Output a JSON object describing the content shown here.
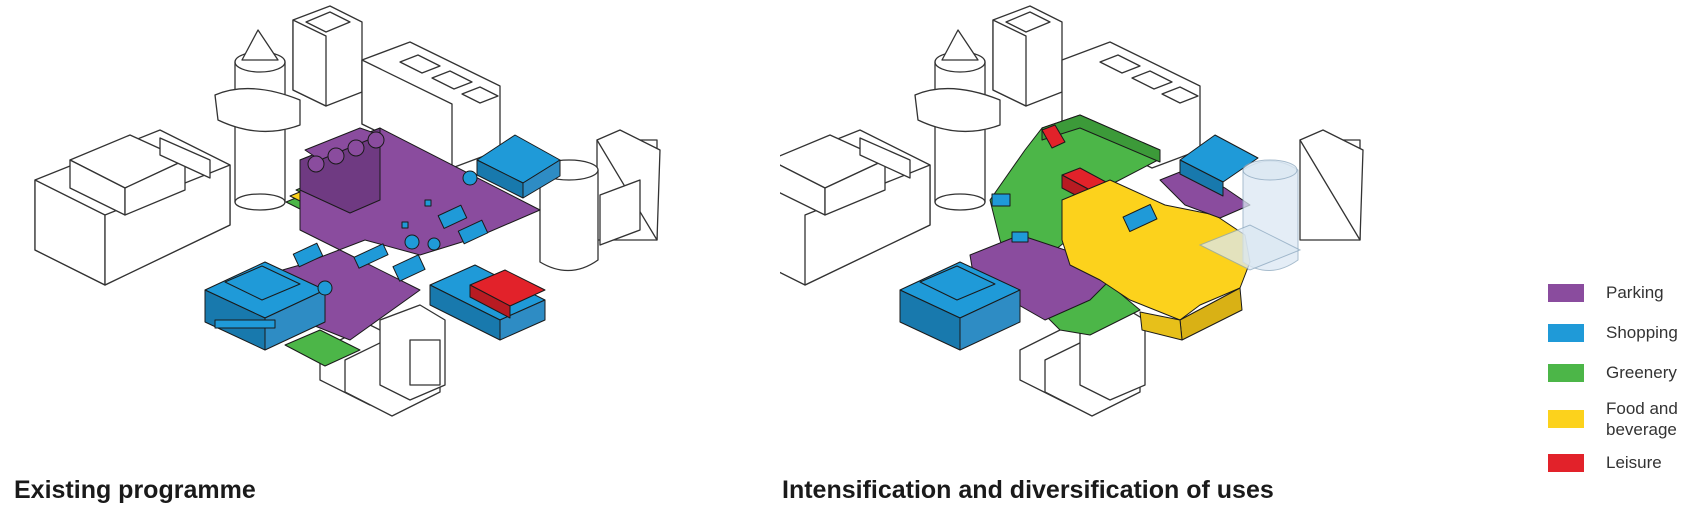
{
  "captions": {
    "left": "Existing programme",
    "right": "Intensification and diversification of uses"
  },
  "legend": [
    {
      "label": "Parking",
      "color": "#8a4c9e"
    },
    {
      "label": "Shopping",
      "color": "#1f9ad8"
    },
    {
      "label": "Greenery",
      "color": "#4cb648"
    },
    {
      "label": "Food and\nbeverage",
      "color": "#fcd21c"
    },
    {
      "label": "Leisure",
      "color": "#e2222a"
    }
  ],
  "colors": {
    "parking": "#8a4c9e",
    "shopping": "#1f9ad8",
    "greenery": "#4cb648",
    "food": "#fcd21c",
    "leisure": "#e2222a"
  }
}
